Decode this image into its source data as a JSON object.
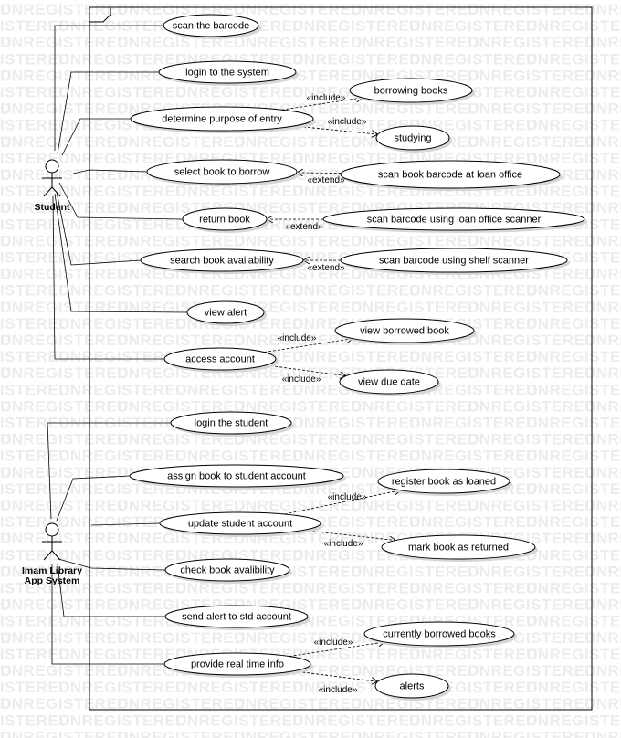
{
  "watermark": "UNREGISTERED",
  "actors": [
    {
      "id": "student",
      "label_lines": [
        "Student"
      ]
    },
    {
      "id": "system",
      "label_lines": [
        "Imam Library",
        "App System"
      ]
    }
  ],
  "use_cases": [
    {
      "id": "scan-barcode",
      "label": "scan the barcode"
    },
    {
      "id": "login-system",
      "label": "login to the system"
    },
    {
      "id": "borrowing-books",
      "label": "borrowing books"
    },
    {
      "id": "determine-purpose",
      "label": "determine purpose of entry"
    },
    {
      "id": "studying",
      "label": "studying"
    },
    {
      "id": "select-book",
      "label": "select book to borrow"
    },
    {
      "id": "scan-loan-office",
      "label": "scan book barcode at loan office"
    },
    {
      "id": "return-book",
      "label": "return book"
    },
    {
      "id": "scan-loan-scanner",
      "label": "scan barcode using loan office scanner"
    },
    {
      "id": "search-availability",
      "label": "search book availability"
    },
    {
      "id": "scan-shelf",
      "label": "scan barcode using shelf scanner"
    },
    {
      "id": "view-alert",
      "label": "view alert"
    },
    {
      "id": "view-borrowed",
      "label": "view borrowed book"
    },
    {
      "id": "access-account",
      "label": "access account"
    },
    {
      "id": "view-due",
      "label": "view due date"
    },
    {
      "id": "login-student",
      "label": "login the student"
    },
    {
      "id": "assign-book",
      "label": "assign book to student account"
    },
    {
      "id": "register-loaned",
      "label": "register book as loaned"
    },
    {
      "id": "update-account",
      "label": "update student account"
    },
    {
      "id": "mark-returned",
      "label": "mark book as returned"
    },
    {
      "id": "check-availability",
      "label": "check book avalibility"
    },
    {
      "id": "send-alert",
      "label": "send alert to std account"
    },
    {
      "id": "currently-borrowed",
      "label": "currently borrowed books"
    },
    {
      "id": "real-time-info",
      "label": "provide real time info"
    },
    {
      "id": "alerts",
      "label": "alerts"
    }
  ],
  "associations": [
    {
      "actor": "student",
      "use_case": "scan-barcode"
    },
    {
      "actor": "student",
      "use_case": "login-system"
    },
    {
      "actor": "student",
      "use_case": "determine-purpose"
    },
    {
      "actor": "student",
      "use_case": "select-book"
    },
    {
      "actor": "student",
      "use_case": "return-book"
    },
    {
      "actor": "student",
      "use_case": "search-availability"
    },
    {
      "actor": "student",
      "use_case": "view-alert"
    },
    {
      "actor": "student",
      "use_case": "access-account"
    },
    {
      "actor": "system",
      "use_case": "login-student"
    },
    {
      "actor": "system",
      "use_case": "assign-book"
    },
    {
      "actor": "system",
      "use_case": "update-account"
    },
    {
      "actor": "system",
      "use_case": "check-availability"
    },
    {
      "actor": "system",
      "use_case": "send-alert"
    },
    {
      "actor": "system",
      "use_case": "real-time-info"
    }
  ],
  "relationships": [
    {
      "type": "include",
      "label": "«include»",
      "from": "determine-purpose",
      "to": "borrowing-books"
    },
    {
      "type": "include",
      "label": "«include»",
      "from": "determine-purpose",
      "to": "studying"
    },
    {
      "type": "extend",
      "label": "«extend»",
      "from": "scan-loan-office",
      "to": "select-book"
    },
    {
      "type": "extend",
      "label": "«extend»",
      "from": "scan-loan-scanner",
      "to": "return-book"
    },
    {
      "type": "extend",
      "label": "«extend»",
      "from": "scan-shelf",
      "to": "search-availability"
    },
    {
      "type": "include",
      "label": "«include»",
      "from": "access-account",
      "to": "view-borrowed"
    },
    {
      "type": "include",
      "label": "«include»",
      "from": "access-account",
      "to": "view-due"
    },
    {
      "type": "include",
      "label": "«include»",
      "from": "update-account",
      "to": "register-loaned"
    },
    {
      "type": "include",
      "label": "«include»",
      "from": "update-account",
      "to": "mark-returned"
    },
    {
      "type": "include",
      "label": "«include»",
      "from": "real-time-info",
      "to": "currently-borrowed"
    },
    {
      "type": "include",
      "label": "«include»",
      "from": "real-time-info",
      "to": "alerts"
    }
  ]
}
